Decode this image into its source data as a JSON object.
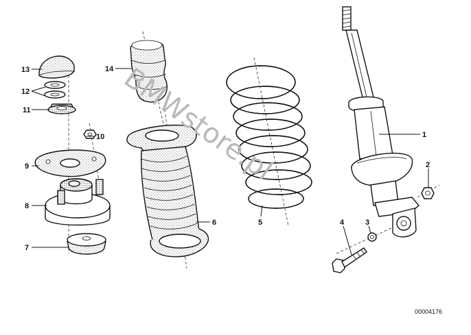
{
  "diagram": {
    "reference_number": "00004176",
    "watermark": "BMWstore.pl",
    "callouts": [
      {
        "id": "1",
        "label": "1"
      },
      {
        "id": "2",
        "label": "2"
      },
      {
        "id": "3",
        "label": "3"
      },
      {
        "id": "4",
        "label": "4"
      },
      {
        "id": "5",
        "label": "5"
      },
      {
        "id": "6",
        "label": "6"
      },
      {
        "id": "7",
        "label": "7"
      },
      {
        "id": "8",
        "label": "8"
      },
      {
        "id": "9",
        "label": "9"
      },
      {
        "id": "10",
        "label": "10"
      },
      {
        "id": "11",
        "label": "11"
      },
      {
        "id": "12",
        "label": "12"
      },
      {
        "id": "13",
        "label": "13"
      },
      {
        "id": "14",
        "label": "14"
      }
    ]
  },
  "colors": {
    "line": "#111111",
    "background": "#ffffff",
    "watermark": "#b9b9b9"
  }
}
